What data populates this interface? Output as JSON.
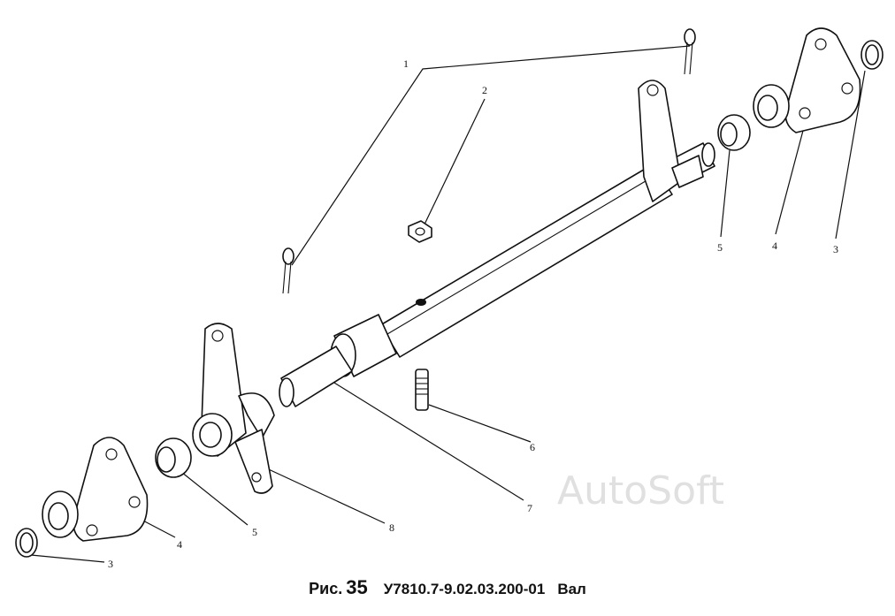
{
  "caption": {
    "figure_label": "Рис.",
    "figure_number": "35",
    "part_number": "У7810.7-9.02.03.200-01",
    "part_name": "Вал"
  },
  "watermark": "AutoSoft",
  "callouts": [
    "1",
    "2",
    "3",
    "3",
    "4",
    "4",
    "5",
    "5",
    "6",
    "7",
    "8"
  ]
}
